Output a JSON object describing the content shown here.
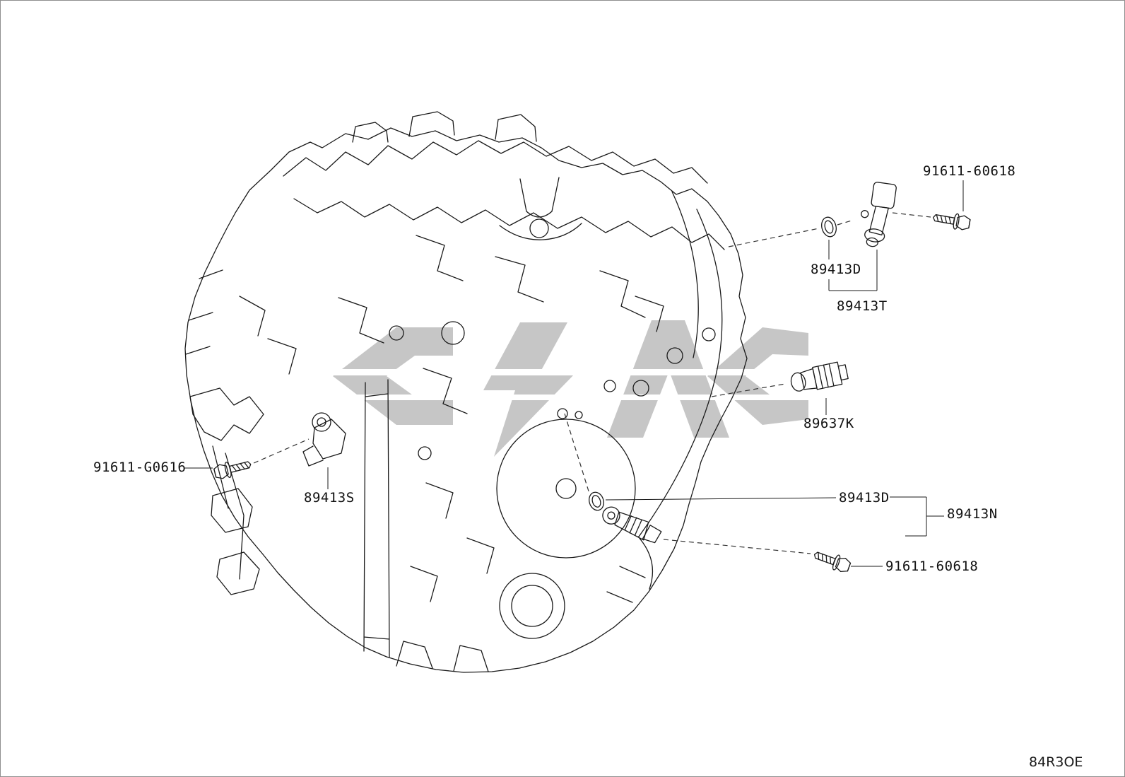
{
  "page": {
    "background_color": "#ffffff",
    "line_color": "#1a1a1a",
    "watermark_color": "#8e8e8e",
    "label_text_color": "#111111"
  },
  "labels": {
    "top_bolt": "91611-60618",
    "top_oring": "89413D",
    "top_assembly": "89413T",
    "right_sensor": "89637K",
    "left_bolt": "91611-G0616",
    "left_sensor": "89413S",
    "bottom_oring": "89413D",
    "bottom_assembly": "89413N",
    "bottom_bolt": "91611-60618"
  },
  "footer": {
    "diagram_code": "84R3OE"
  }
}
